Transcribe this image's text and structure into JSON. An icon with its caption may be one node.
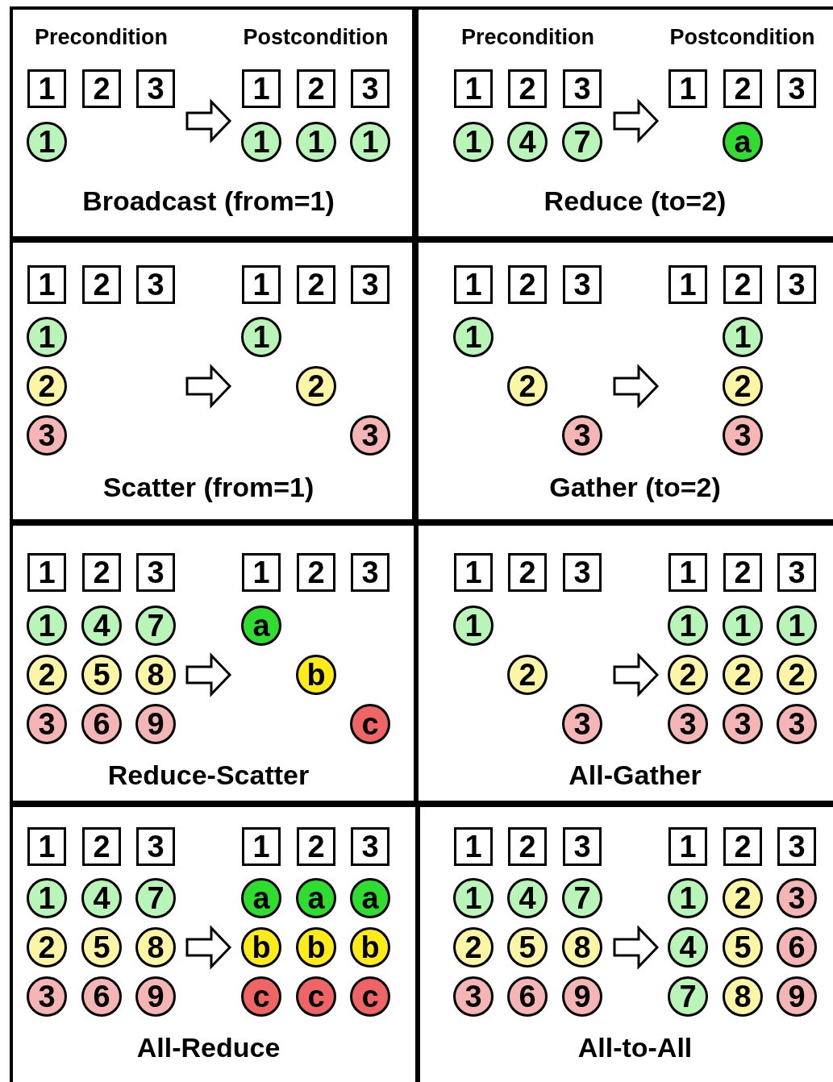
{
  "diagram": {
    "nodes": [
      {
        "text": [
          "Precondition",
          "Postcondition",
          "Broadcast (from=1)"
        ]
      },
      {
        "text": [],
        "shape": "picture",
        "in": 0
      },
      {
        "text": [
          "1"
        ],
        "in": 1
      },
      {
        "text": [
          "2"
        ],
        "in": 1
      },
      {
        "text": [
          "3"
        ],
        "in": 1
      },
      {
        "text": [
          "1"
        ],
        "in": 1
      },
      {
        "text": [],
        "shape": "picture",
        "in": 0
      },
      {
        "text": [
          "1"
        ],
        "in": 6
      },
      {
        "text": [
          "2"
        ],
        "in": 6
      },
      {
        "text": [
          "3"
        ],
        "in": 6
      },
      {
        "text": [
          "1"
        ],
        "in": 6
      },
      {
        "text": [
          "1"
        ],
        "in": 6
      },
      {
        "text": [
          "1"
        ],
        "in": 6
      },
      {
        "text": [
          "Precondition",
          "Postcondition",
          "Reduce (to=2)"
        ]
      },
      {
        "text": [],
        "shape": "picture",
        "in": 13
      },
      {
        "text": [
          "1"
        ],
        "in": 14
      },
      {
        "text": [
          "2"
        ],
        "in": 14
      },
      {
        "text": [
          "3"
        ],
        "in": 14
      },
      {
        "text": [
          "1"
        ],
        "in": 14
      },
      {
        "text": [
          "4"
        ],
        "in": 14
      },
      {
        "text": [
          "7"
        ],
        "in": 14
      },
      {
        "text": [],
        "shape": "picture",
        "in": 13
      },
      {
        "text": [
          "1"
        ],
        "in": 21
      },
      {
        "text": [
          "2"
        ],
        "in": 21
      },
      {
        "text": [
          "3"
        ],
        "in": 21
      },
      {
        "text": [
          "a"
        ],
        "in": 21
      },
      {
        "text": [
          "Scatter (from=1)"
        ]
      },
      {
        "text": [],
        "shape": "picture",
        "in": 26
      },
      {
        "text": [
          "1"
        ],
        "in": 27
      },
      {
        "text": [
          "2"
        ],
        "in": 27
      },
      {
        "text": [
          "3"
        ],
        "in": 27
      },
      {
        "text": [
          "1"
        ],
        "in": 27
      },
      {
        "text": [
          "2"
        ],
        "in": 27
      },
      {
        "text": [
          "3"
        ],
        "in": 27
      },
      {
        "text": [],
        "shape": "picture",
        "in": 26
      },
      {
        "text": [
          "1"
        ],
        "in": 34
      },
      {
        "text": [
          "2"
        ],
        "in": 34
      },
      {
        "text": [
          "3"
        ],
        "in": 34
      },
      {
        "text": [
          "1"
        ],
        "in": 34
      },
      {
        "text": [
          "2"
        ],
        "in": 34
      },
      {
        "text": [
          "3"
        ],
        "in": 34
      },
      {
        "text": [
          "Gather (to=2)"
        ]
      },
      {
        "text": [],
        "shape": "picture",
        "in": 41
      },
      {
        "text": [
          "1"
        ],
        "in": 42
      },
      {
        "text": [
          "2"
        ],
        "in": 42
      },
      {
        "text": [
          "3"
        ],
        "in": 42
      },
      {
        "text": [
          "1"
        ],
        "in": 42
      },
      {
        "text": [
          "2"
        ],
        "in": 42
      },
      {
        "text": [
          "3"
        ],
        "in": 42
      },
      {
        "text": [],
        "shape": "picture",
        "in": 41
      },
      {
        "text": [
          "1"
        ],
        "in": 49
      },
      {
        "text": [
          "2"
        ],
        "in": 49
      },
      {
        "text": [
          "3"
        ],
        "in": 49
      },
      {
        "text": [
          "1"
        ],
        "in": 49
      },
      {
        "text": [
          "2"
        ],
        "in": 49
      },
      {
        "text": [
          "3"
        ],
        "in": 49
      },
      {
        "text": [
          "Reduce-Scatter"
        ]
      },
      {
        "text": [],
        "shape": "picture",
        "in": 56
      },
      {
        "text": [
          "1"
        ],
        "in": 57
      },
      {
        "text": [
          "2"
        ],
        "in": 57
      },
      {
        "text": [
          "3"
        ],
        "in": 57
      },
      {
        "text": [
          "1"
        ],
        "in": 57
      },
      {
        "text": [
          "4"
        ],
        "in": 57
      },
      {
        "text": [
          "7"
        ],
        "in": 57
      },
      {
        "text": [
          "2"
        ],
        "in": 57
      },
      {
        "text": [
          "5"
        ],
        "in": 57
      },
      {
        "text": [
          "8"
        ],
        "in": 57
      },
      {
        "text": [
          "3"
        ],
        "in": 57
      },
      {
        "text": [
          "6"
        ],
        "in": 57
      },
      {
        "text": [
          "9"
        ],
        "in": 57
      },
      {
        "text": [],
        "shape": "picture",
        "in": 56
      },
      {
        "text": [
          "1"
        ],
        "in": 70
      },
      {
        "text": [
          "2"
        ],
        "in": 70
      },
      {
        "text": [
          "3"
        ],
        "in": 70
      },
      {
        "text": [
          "a"
        ],
        "in": 70
      },
      {
        "text": [
          "b"
        ],
        "in": 70
      },
      {
        "text": [
          "c"
        ],
        "in": 70
      },
      {
        "text": [
          "All-Gather"
        ]
      },
      {
        "text": [],
        "shape": "picture",
        "in": 77
      },
      {
        "text": [
          "1"
        ],
        "in": 78
      },
      {
        "text": [
          "2"
        ],
        "in": 78
      },
      {
        "text": [
          "3"
        ],
        "in": 78
      },
      {
        "text": [
          "1"
        ],
        "in": 78
      },
      {
        "text": [
          "2"
        ],
        "in": 78
      },
      {
        "text": [
          "3"
        ],
        "in": 78
      },
      {
        "text": [],
        "shape": "picture",
        "in": 77
      },
      {
        "text": [
          "1"
        ],
        "in": 85
      },
      {
        "text": [
          "2"
        ],
        "in": 85
      },
      {
        "text": [
          "3"
        ],
        "in": 85
      },
      {
        "text": [
          "1"
        ],
        "in": 85
      },
      {
        "text": [
          "1"
        ],
        "in": 85
      },
      {
        "text": [
          "1"
        ],
        "in": 85
      },
      {
        "text": [
          "2"
        ],
        "in": 85
      },
      {
        "text": [
          "2"
        ],
        "in": 85
      },
      {
        "text": [
          "2"
        ],
        "in": 85
      },
      {
        "text": [
          "3"
        ],
        "in": 85
      },
      {
        "text": [
          "3"
        ],
        "in": 85
      },
      {
        "text": [
          "3"
        ],
        "in": 85
      },
      {
        "text": [
          "All-Reduce"
        ]
      },
      {
        "text": [],
        "shape": "picture",
        "in": 98
      },
      {
        "text": [
          "1"
        ],
        "in": 99
      },
      {
        "text": [
          "2"
        ],
        "in": 99
      },
      {
        "text": [
          "3"
        ],
        "in": 99
      },
      {
        "text": [
          "1"
        ],
        "in": 99
      },
      {
        "text": [
          "4"
        ],
        "in": 99
      },
      {
        "text": [
          "7"
        ],
        "in": 99
      },
      {
        "text": [
          "2"
        ],
        "in": 99
      },
      {
        "text": [
          "5"
        ],
        "in": 99
      },
      {
        "text": [
          "8"
        ],
        "in": 99
      },
      {
        "text": [
          "3"
        ],
        "in": 99
      },
      {
        "text": [
          "6"
        ],
        "in": 99
      },
      {
        "text": [
          "9"
        ],
        "in": 99
      },
      {
        "text": [],
        "shape": "picture",
        "in": 98
      },
      {
        "text": [
          "1"
        ],
        "in": 112
      },
      {
        "text": [
          "2"
        ],
        "in": 112
      },
      {
        "text": [
          "3"
        ],
        "in": 112
      },
      {
        "text": [
          "a"
        ],
        "in": 112
      },
      {
        "text": [
          "a"
        ],
        "in": 112
      },
      {
        "text": [
          "a"
        ],
        "in": 112
      },
      {
        "text": [
          "b"
        ],
        "in": 112
      },
      {
        "text": [
          "b"
        ],
        "in": 112
      },
      {
        "text": [
          "b"
        ],
        "in": 112
      },
      {
        "text": [
          "c"
        ],
        "in": 112
      },
      {
        "text": [
          "c"
        ],
        "in": 112
      },
      {
        "text": [
          "c"
        ],
        "in": 112
      },
      {
        "text": [
          "All-to-All"
        ]
      },
      {
        "text": [],
        "shape": "picture",
        "in": 125
      },
      {
        "text": [
          "1"
        ],
        "in": 126
      },
      {
        "text": [
          "2"
        ],
        "in": 126
      },
      {
        "text": [
          "3"
        ],
        "in": 126
      },
      {
        "text": [
          "1"
        ],
        "in": 126
      },
      {
        "text": [
          "4"
        ],
        "in": 126
      },
      {
        "text": [
          "7"
        ],
        "in": 126
      },
      {
        "text": [
          "2"
        ],
        "in": 126
      },
      {
        "text": [
          "5"
        ],
        "in": 126
      },
      {
        "text": [
          "8"
        ],
        "in": 126
      },
      {
        "text": [
          "3"
        ],
        "in": 126
      },
      {
        "text": [
          "6"
        ],
        "in": 126
      },
      {
        "text": [
          "9"
        ],
        "in": 126
      },
      {
        "text": [],
        "shape": "picture",
        "in": 125
      },
      {
        "text": [
          "1"
        ],
        "in": 139
      },
      {
        "text": [
          "2"
        ],
        "in": 139
      },
      {
        "text": [
          "3"
        ],
        "in": 139
      },
      {
        "text": [
          "1"
        ],
        "in": 139
      },
      {
        "text": [
          "2"
        ],
        "in": 139
      },
      {
        "text": [
          "3"
        ],
        "in": 139
      },
      {
        "text": [
          "4"
        ],
        "in": 139
      },
      {
        "text": [
          "5"
        ],
        "in": 139
      },
      {
        "text": [
          "6"
        ],
        "in": 139
      },
      {
        "text": [
          "7"
        ],
        "in": 139
      },
      {
        "text": [
          "8"
        ],
        "in": 139
      },
      {
        "text": [
          "9"
        ],
        "in": 139
      }
    ],
    "edges": [
      {
        "from": 1,
        "to": 6,
        "arrow": "to"
      },
      {
        "from": 14,
        "to": 21,
        "arrow": "to"
      },
      {
        "from": 27,
        "to": 34,
        "arrow": "to"
      },
      {
        "from": 42,
        "to": 49,
        "arrow": "to"
      },
      {
        "from": 57,
        "to": 70,
        "arrow": "to"
      },
      {
        "from": 78,
        "to": 85,
        "arrow": "to"
      },
      {
        "from": 99,
        "to": 112,
        "arrow": "to"
      },
      {
        "from": 126,
        "to": 139,
        "arrow": "to"
      }
    ]
  }
}
